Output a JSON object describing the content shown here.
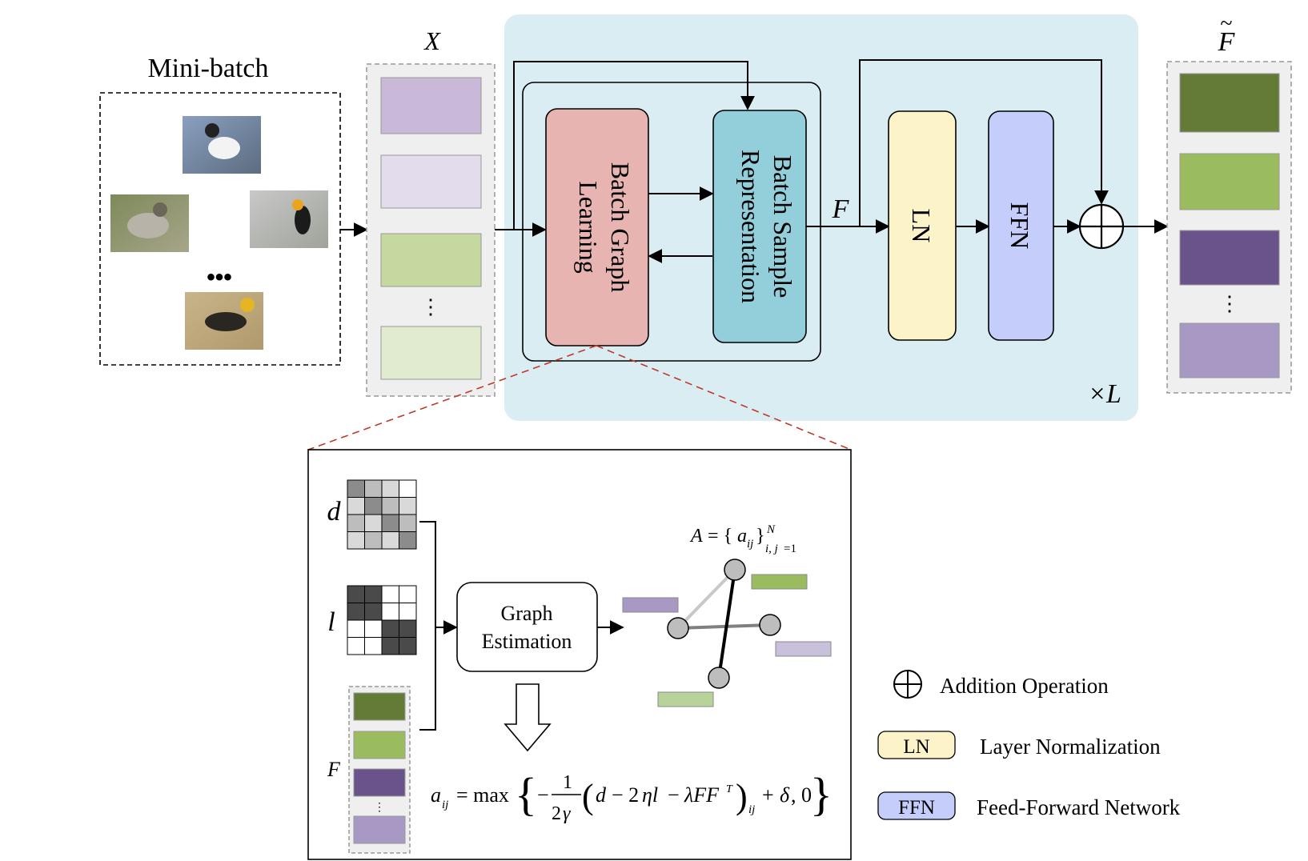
{
  "minibatch": {
    "title": "Mini-batch",
    "ellipsis": "•••"
  },
  "input_block": {
    "symbol": "X",
    "colors": [
      "#c9b8d8",
      "#e3dcec",
      "#c5d8a0",
      "#e1ebd0"
    ],
    "vdots": "⋮"
  },
  "module": {
    "bgl_line1": "Batch Graph",
    "bgl_line2": "Learning",
    "bsr_line1": "Batch Sample",
    "bsr_line2": "Representation",
    "f_label": "F",
    "ln_label": "LN",
    "ffn_label": "FFN",
    "repeat": "×L",
    "colors": {
      "bgl": "#e8b4b1",
      "bsr": "#93cedb",
      "ln": "#fdf3c8",
      "ffn": "#c5cdfb",
      "panel": "#daedf3"
    }
  },
  "output_block": {
    "symbol": "F",
    "tilde": "~",
    "colors": [
      "#637b36",
      "#9bbb5f",
      "#6a528a",
      "#a898c4"
    ],
    "vdots": "⋮"
  },
  "detail": {
    "d_label": "d",
    "l_label": "l",
    "f_label": "F",
    "graph_est_line1": "Graph",
    "graph_est_line2": "Estimation",
    "adj_formula": "A = {aij}N i,j=1",
    "equation": "aij = max{ −(1/2γ)(d − 2ηl − λFFᵀ)ij + δ, 0 }",
    "vdots": "⋮",
    "feat_colors": [
      "#637b36",
      "#9bbb5f",
      "#6a528a",
      "#a898c4"
    ],
    "graph_bar_colors": [
      "#a898c4",
      "#9bbb5f",
      "#c9c1dc",
      "#b8d39a"
    ]
  },
  "legend": {
    "addition": "Addition Operation",
    "ln_key": "LN",
    "ln_desc": "Layer Normalization",
    "ffn_key": "FFN",
    "ffn_desc": "Feed-Forward Network"
  }
}
